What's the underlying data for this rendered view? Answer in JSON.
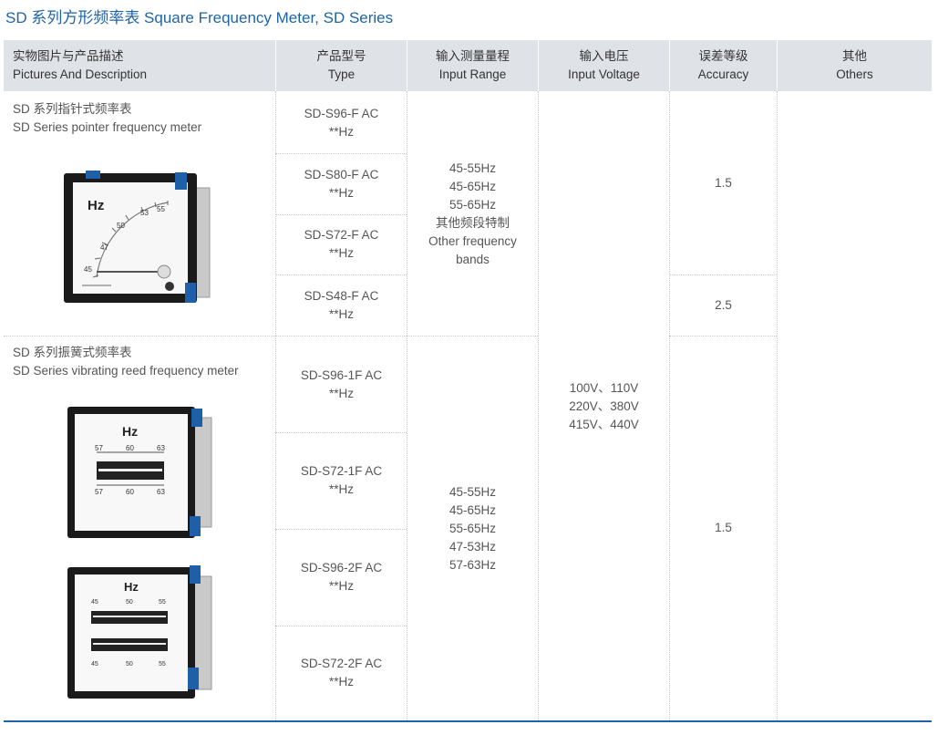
{
  "title": "SD 系列方形频率表 Square  Frequency Meter, SD Series",
  "header": {
    "c1": {
      "cn": "实物图片与产品描述",
      "en": "Pictures And Description"
    },
    "c2": {
      "cn": "产品型号",
      "en": "Type"
    },
    "c3": {
      "cn": "输入测量量程",
      "en": "Input Range"
    },
    "c4": {
      "cn": "输入电压",
      "en": "Input Voltage"
    },
    "c5": {
      "cn": "误差等级",
      "en": "Accuracy"
    },
    "c6": {
      "cn": "其他",
      "en": "Others"
    }
  },
  "group1": {
    "desc_cn": "SD 系列指针式频率表",
    "desc_en": "SD Series pointer frequency meter",
    "types": [
      {
        "model": "SD-S96-F AC",
        "unit": "**Hz"
      },
      {
        "model": "SD-S80-F AC",
        "unit": "**Hz"
      },
      {
        "model": "SD-S72-F AC",
        "unit": "**Hz"
      },
      {
        "model": "SD-S48-F AC",
        "unit": "**Hz"
      }
    ],
    "range": [
      "45-55Hz",
      "45-65Hz",
      "55-65Hz",
      "其他频段特制",
      "Other frequency",
      "bands"
    ],
    "accuracy_a": "1.5",
    "accuracy_b": "2.5",
    "meter": {
      "unit": "Hz",
      "s45": "45",
      "s47": "47",
      "s50": "50",
      "s53": "53",
      "s55": "55"
    }
  },
  "group2": {
    "desc_cn": "SD 系列振簧式频率表",
    "desc_en": "SD Series vibrating reed frequency meter",
    "types": [
      {
        "model": "SD-S96-1F AC",
        "unit": "**Hz"
      },
      {
        "model": "SD-S72-1F AC",
        "unit": "**Hz"
      },
      {
        "model": "SD-S96-2F AC",
        "unit": "**Hz"
      },
      {
        "model": "SD-S72-2F AC",
        "unit": "**Hz"
      }
    ],
    "range": [
      "45-55Hz",
      "45-65Hz",
      "55-65Hz",
      "47-53Hz",
      "57-63Hz"
    ],
    "accuracy": "1.5",
    "meter1": {
      "unit": "Hz",
      "l": "57",
      "m": "60",
      "r": "63"
    },
    "meter2": {
      "unit": "Hz",
      "l": "45",
      "m": "50",
      "r": "55"
    }
  },
  "voltage": [
    "100V、110V",
    "220V、380V",
    "415V、440V"
  ],
  "colors": {
    "title": "#1e64a8",
    "header_bg": "#dfe3e8",
    "clip": "#1f5fa8"
  }
}
